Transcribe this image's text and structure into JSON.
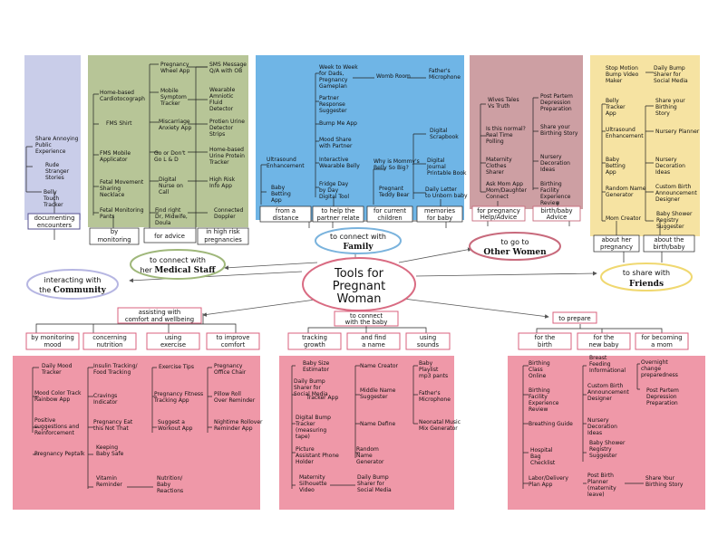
{
  "center": {
    "line1": "Tools for",
    "line2": "Pregnant",
    "line3": "Woman"
  },
  "hubs": {
    "community": {
      "line1": "interacting with",
      "prefix": "the ",
      "bold": "Community"
    },
    "medical": {
      "line1": "to connect with",
      "prefix": "her ",
      "bold": "Medical Staff"
    },
    "family": {
      "line1": "to connect with",
      "bold": "Family"
    },
    "women": {
      "line1": "to go to",
      "bold": "Other Women"
    },
    "friends": {
      "line1": "to share with",
      "bold": "Friends"
    }
  },
  "labels": {
    "documenting": "documenting encounters",
    "by_monitoring": "by monitoring",
    "for_advice": "for advice",
    "high_risk": "in high risk pregnancies",
    "from_distance": "from a distance",
    "help_partner": "to help the partner relate",
    "current_children": "for current children",
    "memories": "memories for baby",
    "pregnancy_help": "for pregnancy Help/Advice",
    "birth_baby_advice": "birth/baby Advice",
    "about_pregnancy": "about her pregnancy",
    "about_birth": "about the birth/baby",
    "assisting": "assisting with comfort and wellbeing",
    "connect_baby": "to connect with the baby",
    "prepare": "to prepare",
    "monitoring_mood": "by monitoring mood",
    "concerning_nutrition": "concerning nutrition",
    "using_exercise": "using exercise",
    "improve_comfort": "to improve comfort",
    "tracking_growth": "tracking growth",
    "find_name": "and find a name",
    "using_sounds": "using sounds",
    "for_birth": "for the birth",
    "for_new_baby": "for the new baby",
    "becoming_mom": "for becoming a mom"
  },
  "items": {
    "community": [
      "Share Annoying Public Experience",
      "Rude Stranger Stories",
      "Belly Touch Tracker"
    ],
    "medical": [
      "Pregnancy Wheel App",
      "SMS Message Q/A with OB",
      "Home-based Cardiotocograph",
      "Mobile Symptom Tracker",
      "Wearable Amniotic Fluid Detector",
      "FMS Shirt",
      "Miscarriage Anxiety App",
      "Protien Urine Detector Strips",
      "FMS Mobile Applicator",
      "Go or Don't Go L & D",
      "Home-based Urine Protein Tracker",
      "Fetal Movement Sharing Necklace",
      "Digital Nurse on Call",
      "High Risk Info App",
      "Fetal Monitoring Pants",
      "Find right Dr, Midwife, Doula",
      "Connected Doppler"
    ],
    "family": [
      "Week to Week for Dads, Pregnancy Gameplan",
      "Womb Room",
      "Father's Microphone",
      "Partner Response Suggester",
      "Bump Me App",
      "Mood Share with Partner",
      "Digital Scrapbook",
      "Ultrasound Enhancement",
      "Interactive Wearable Belly",
      "Why is Mommy's Belly So Big?",
      "Digital Journal Printable Book",
      "Baby Betting App",
      "Fridge Day by Day Digital Tool",
      "Pregnant Teddy Bear",
      "Daily Letter to Unborn baby"
    ],
    "women": [
      "Wives Tales Vs Truth",
      "Post Partem Depression Preparation",
      "Is this normal? Real Time Polling",
      "Share your Birthing Story",
      "Maternity Clothes Sharer",
      "Nursery Decoration Ideas",
      "Ask Mom App Mom/Daughter Connect",
      "Birthing Facility Experience Review"
    ],
    "friends": [
      "Stop Motion Bump Video Maker",
      "Daily Bump Sharer for Social Media",
      "Belly Tracker App",
      "Share your Birthing Story",
      "Ultrasound Enhancement",
      "Nursery Planner",
      "Baby Betting App",
      "Nursery Decoration Ideas",
      "Random Name Generator",
      "Custom Birth Announcement Designer",
      "Mom Creator",
      "Baby Shower Registry Suggester"
    ],
    "assist": [
      "Daily Mood Tracker",
      "Mood Color Track Rainbow App",
      "Positive suggestions and Reinforcement",
      "Pregnancy Peptalk",
      "Insulin Tracking/ Food Tracking",
      "Cravings Indicator",
      "Pregnancy Eat this Not That",
      "Keeping Baby Safe",
      "Vitamin Reminder",
      "Nutrition/ Baby Reactions",
      "Exercise Tips",
      "Pregnancy Fitness Tracking App",
      "Suggest a Workout App",
      "Pregnancy Office Chair",
      "Pillow Roll Over Reminder",
      "Nightime Rollover Reminder App"
    ],
    "baby": [
      "Baby Size Estimator",
      "Daily Bump Sharer for Social Media",
      "Tracker App",
      "Digital Bump Tracker (measuring tape)",
      "Picture Assistant Phone Holder",
      "Maternity Silhouette Video",
      "Name Creator",
      "Middle Name Suggester",
      "Name Define",
      "Random Name Generator",
      "Daily Bump Sharer for Social Media",
      "Baby Playlist mp3 pants",
      "Father's Microphone",
      "Neonatal Music Mix Generator"
    ],
    "prepare": [
      "Birthing Class Online",
      "Birthing Facility Experience Review",
      "Breathing Guide",
      "Hospital Bag Checklist",
      "Labor/Delivery Plan App",
      "Breast Feeding Informational",
      "Custom Birth Announcement Designer",
      "Nursery Decoration Ideas",
      "Baby Shower Registry Suggester",
      "Post Birth Planner (maternity leave)",
      "Share Your Birthing Story",
      "Overnight change preparedness",
      "Post Partem Depression Preparation"
    ]
  },
  "colors": {
    "community": "#c9cde9",
    "medical": "#b7c597",
    "family": "#6fb5e6",
    "women": "#cd9fa3",
    "friends": "#f6e3a2",
    "bottom": "#ef98a8",
    "center_ring": "#d96b82",
    "women_ring": "#c86a7c",
    "family_ring": "#7ab3dd",
    "friends_ring": "#f0d870",
    "medical_ring": "#9fb77a",
    "community_ring": "#b6b6e2",
    "bottom_box": "#d9607e",
    "community_box": "#55508f"
  }
}
